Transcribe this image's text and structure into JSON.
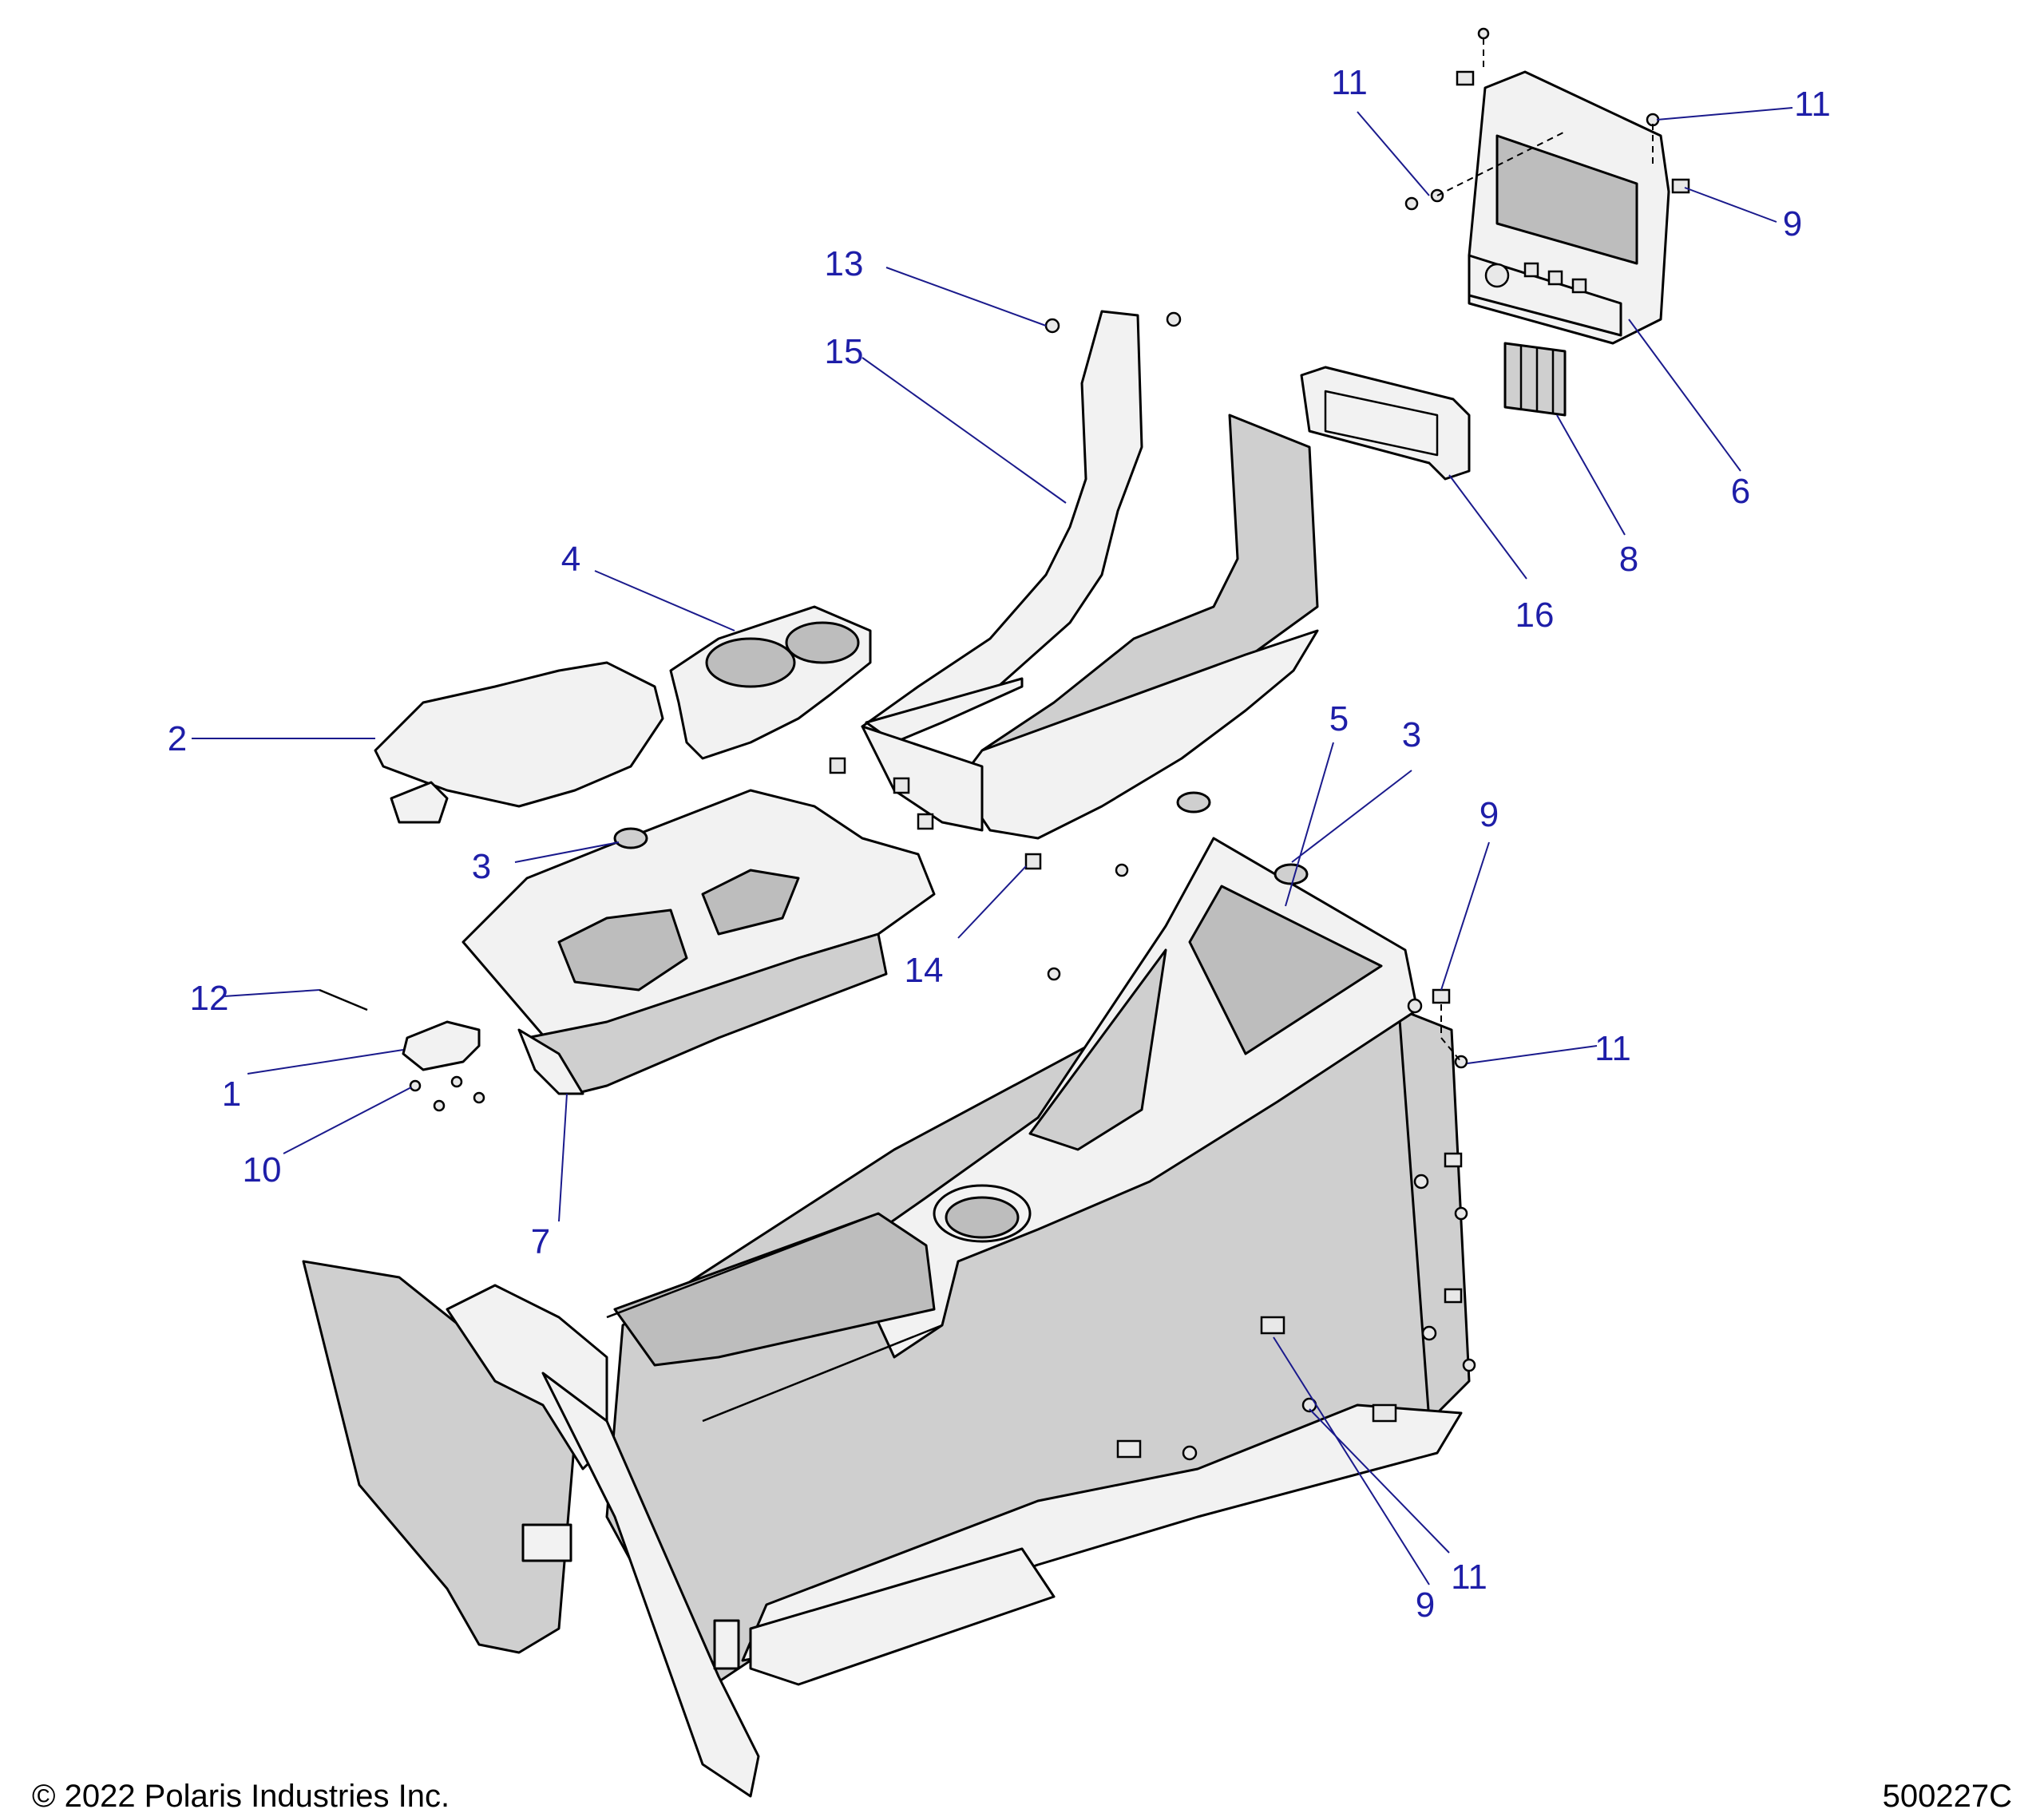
{
  "footer": {
    "copyright": "© 2022 Polaris Industries Inc.",
    "drawing_number": "500227C"
  },
  "callouts": [
    {
      "id": "c1",
      "label": "1"
    },
    {
      "id": "c2",
      "label": "2"
    },
    {
      "id": "c3a",
      "label": "3"
    },
    {
      "id": "c3b",
      "label": "3"
    },
    {
      "id": "c4",
      "label": "4"
    },
    {
      "id": "c5",
      "label": "5"
    },
    {
      "id": "c6",
      "label": "6"
    },
    {
      "id": "c7",
      "label": "7"
    },
    {
      "id": "c8",
      "label": "8"
    },
    {
      "id": "c9a",
      "label": "9"
    },
    {
      "id": "c9b",
      "label": "9"
    },
    {
      "id": "c9c",
      "label": "9"
    },
    {
      "id": "c10",
      "label": "10"
    },
    {
      "id": "c11a",
      "label": "11"
    },
    {
      "id": "c11b",
      "label": "11"
    },
    {
      "id": "c11c",
      "label": "11"
    },
    {
      "id": "c11d",
      "label": "11"
    },
    {
      "id": "c12",
      "label": "12"
    },
    {
      "id": "c13",
      "label": "13"
    },
    {
      "id": "c14",
      "label": "14"
    },
    {
      "id": "c15",
      "label": "15"
    },
    {
      "id": "c16",
      "label": "16"
    }
  ]
}
